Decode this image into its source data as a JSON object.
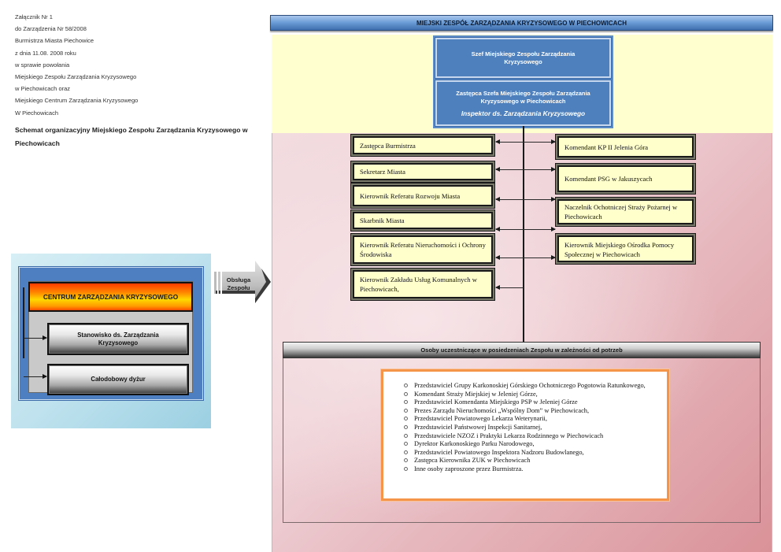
{
  "document_header": {
    "lines": [
      "Załącznik Nr 1",
      "do Zarządzenia Nr  58/2008",
      "Burmistrza Miasta Piechowice",
      "z dnia 11.08. 2008 roku",
      "w sprawie powołania",
      "Miejskiego Zespołu Zarządzania Kryzysowego",
      "w Piechowicach oraz",
      "Miejskiego Centrum Zarządzania Kryzysowego",
      "W Piechowicach"
    ],
    "schema_title": "Schemat organizacyjny Miejskiego Zespołu Zarządzania Kryzysowego w Piechowicach"
  },
  "team": {
    "title": "MIEJSKI ZESPÓŁ ZARZĄDZANIA KRYZYSOWEGO W PIECHOWICACH",
    "chief": "Szef Miejskiego Zespołu Zarządzania Kryzysowego",
    "deputy": "Zastępca Szefa Miejskiego Zespołu Zarządzania Kryzysowego w Piechowicach",
    "deputy_role": "Inspektor ds. Zarządzania Kryzysowego",
    "left_members": [
      "Zastępca Burmistrza",
      "Sekretarz Miasta",
      "Kierownik Referatu Rozwoju Miasta",
      "Skarbnik Miasta",
      "Kierownik Referatu Nieruchomości i Ochrony Środowiska",
      "Kierownik Zakładu Usług Komunalnych w Piechowicach,"
    ],
    "right_members": [
      "Komendant KP II Jelenia Góra",
      "Komendant PSG w Jakuszycach",
      "Naczelnik Ochotniczej Straży Pożarnej w Piechowicach",
      "Kierownik Miejskiego Ośrodka Pomocy Społecznej w Piechowicach"
    ]
  },
  "participants": {
    "header": "Osoby uczestniczące w posiedzeniach Zespołu w zależności od potrzeb",
    "items": [
      "Przedstawiciel Grupy Karkonoskiej Górskiego Ochotniczego Pogotowia Ratunkowego,",
      "Komendant Straży Miejskiej w Jeleniej Górze,",
      "Przedstawiciel Komendanta Miejskiego PSP w Jeleniej Górze",
      "Prezes Zarządu Nieruchomości „Wspólny Dom” w Piechowicach,",
      "Przedstawiciel Powiatowego Lekarza Weterynarii,",
      "Przedstawiciel Państwowej Inspekcji Sanitarnej,",
      "Przedstawiciele NZOZ i Praktyki Lekarza Rodzinnego w Piechowicach",
      "Dyrektor Karkonoskiego Parku Narodowego,",
      "Przedstawiciel Powiatowego Inspektora Nadzoru Budowlanego,",
      "Zastępca Kierownika ZUK w Piechowicach",
      "Inne osoby zaproszone przez Burmistrza."
    ]
  },
  "centrum": {
    "title": "CENTRUM ZARZĄDZANIA KRYZYSOWEGO",
    "units": [
      "Stanowisko ds.  Zarządzania Kryzysowego",
      "Całodobowy dyżur"
    ]
  },
  "service_arrow": {
    "label_line1": "Obsługa",
    "label_line2": "Zespołu"
  },
  "colors": {
    "title_bar": "#6f9fd8",
    "blue_box": "#4e80bd",
    "yellow_zone": "#ffffcf",
    "pink_zone": "#e6b8be",
    "role_box": "#ffffcc",
    "participants_border": "#f5954a",
    "centrum_gradient_mid": "#ffd800"
  }
}
